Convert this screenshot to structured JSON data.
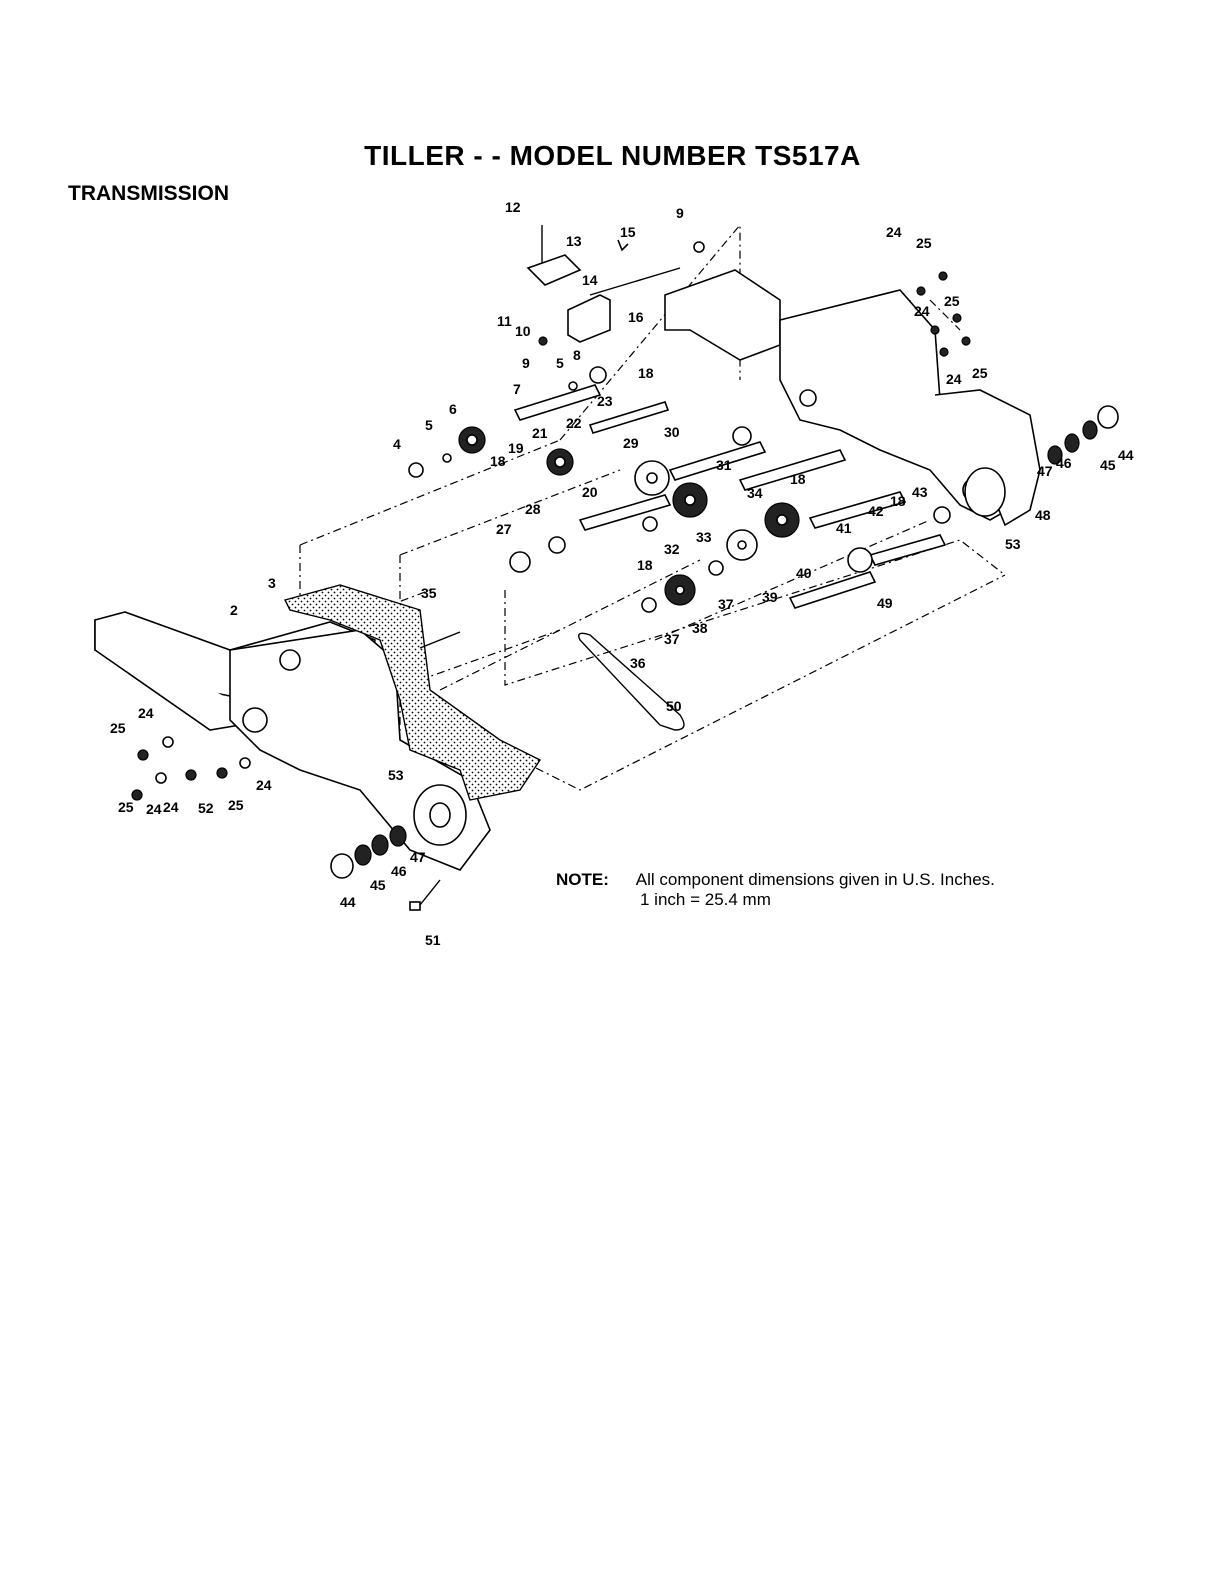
{
  "page": {
    "title": "TILLER - - MODEL NUMBER TS517A",
    "section": "TRANSMISSION"
  },
  "note": {
    "label": "NOTE:",
    "line1": "All component dimensions given in U.S. Inches.",
    "line2": "1 inch = 25.4 mm"
  },
  "callouts": [
    "12",
    "13",
    "15",
    "9",
    "14",
    "16",
    "11",
    "10",
    "9",
    "5",
    "8",
    "7",
    "18",
    "23",
    "6",
    "5",
    "4",
    "21",
    "22",
    "29",
    "30",
    "19",
    "18",
    "20",
    "31",
    "34",
    "18",
    "24",
    "25",
    "24",
    "25",
    "24",
    "25",
    "47",
    "46",
    "45",
    "44",
    "48",
    "43",
    "42",
    "18",
    "41",
    "28",
    "27",
    "32",
    "18",
    "33",
    "40",
    "39",
    "37",
    "38",
    "37",
    "36",
    "49",
    "53",
    "35",
    "3",
    "2",
    "50",
    "25",
    "24",
    "24",
    "52",
    "25",
    "24",
    "25",
    "24",
    "53",
    "47",
    "46",
    "45",
    "44",
    "51"
  ]
}
